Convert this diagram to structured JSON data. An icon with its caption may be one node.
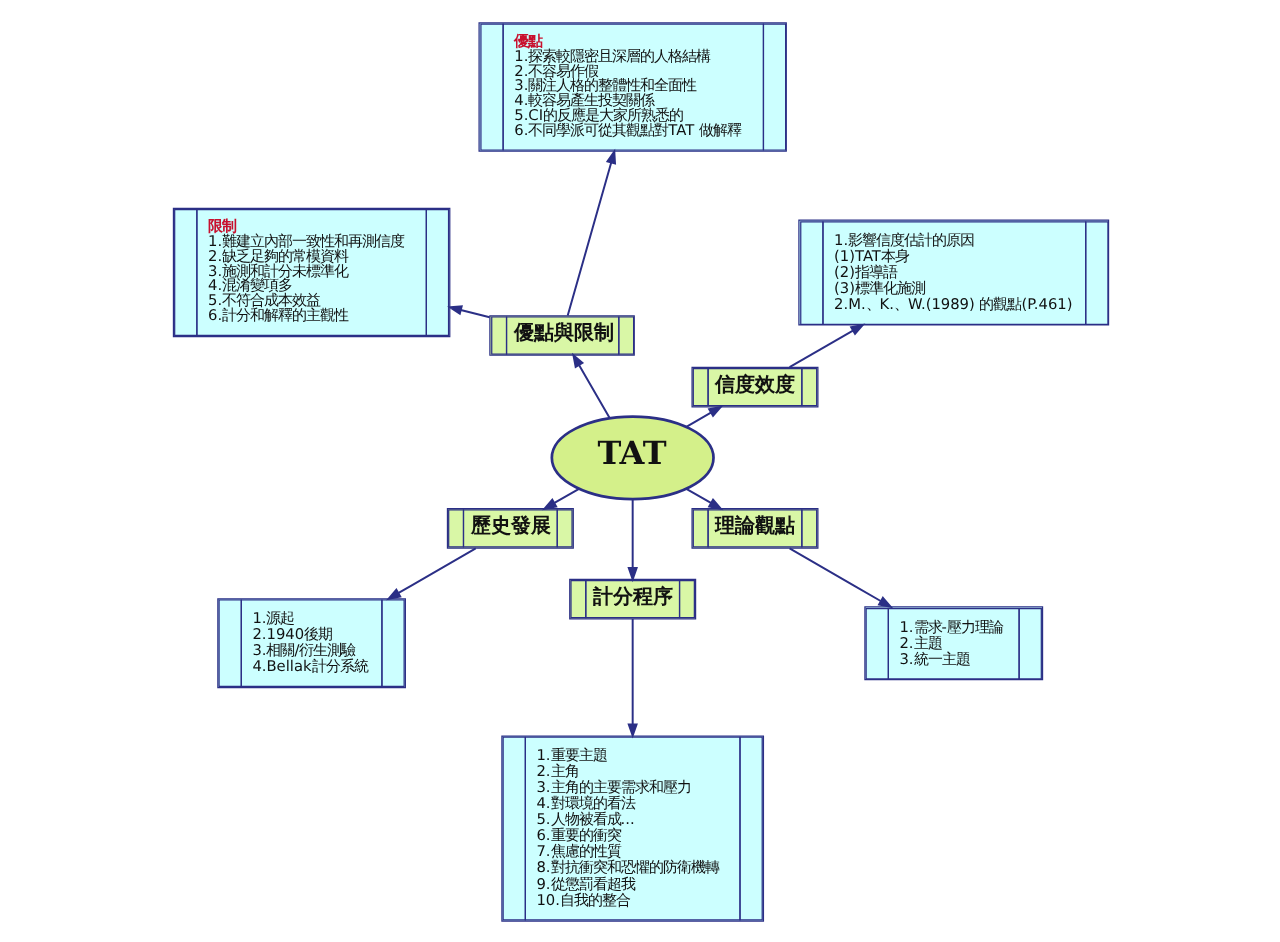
{
  "diagram": {
    "nodes": [
      {
        "text": [
          "TAT"
        ]
      },
      {
        "text": [
          "信度效度"
        ]
      },
      {
        "text": [
          "1.影響信度估計的原因",
          "(1)TAT本身",
          "(2)指導語",
          "(3)標準化施測",
          "2.M.、K.、W.(1989) 的觀點(P.461)"
        ]
      },
      {
        "text": [
          "優點與限制"
        ]
      },
      {
        "text": [
          "優點",
          "1.探索較隱密且深層的人格結構",
          "2.不容易作假",
          "3.關注人格的整體性和全面性",
          "4.較容易產生投契關係",
          "5.CI的反應是大家所熟悉的",
          "6.不同學派可從其觀點對TAT 做解釋"
        ]
      },
      {
        "text": [
          "限制",
          "1.難建立內部一致性和再測信度",
          "2.缺乏足夠的常模資料",
          "3.施測和計分未標準化",
          "4.混淆變項多",
          "5.不符合成本效益",
          "6.計分和解釋的主觀性"
        ]
      },
      {
        "text": [
          "歷史發展"
        ]
      },
      {
        "text": [
          "1.源起",
          "2.1940後期",
          "3.相關/衍生測驗",
          "4.Bellak計分系統"
        ]
      },
      {
        "text": [
          "計分程序"
        ]
      },
      {
        "text": [
          "1.重要主題",
          "2.主角",
          "3.主角的主要需求和壓力",
          "4.對環境的看法",
          "5.人物被看成...",
          "6.重要的衝突",
          "7.焦慮的性質",
          "8.對抗衝突和恐懼的防衛機轉",
          "9.從懲罰看超我",
          "10.自我的整合"
        ]
      },
      {
        "text": [
          "理論觀點"
        ]
      },
      {
        "text": [
          "1.需求-壓力理論",
          "2.主題",
          "3.統一主題"
        ]
      }
    ],
    "edges": [
      {
        "from": 0,
        "to": 1,
        "arrow": "to"
      },
      {
        "from": 1,
        "to": 2,
        "arrow": "to"
      },
      {
        "from": 0,
        "to": 3,
        "arrow": "to"
      },
      {
        "from": 3,
        "to": 4,
        "arrow": "to"
      },
      {
        "from": 3,
        "to": 5,
        "arrow": "to"
      },
      {
        "from": 0,
        "to": 10,
        "arrow": "to"
      },
      {
        "from": 10,
        "to": 11,
        "arrow": "to"
      },
      {
        "from": 0,
        "to": 8,
        "arrow": "to"
      },
      {
        "from": 8,
        "to": 9,
        "arrow": "to"
      },
      {
        "from": 0,
        "to": 6,
        "arrow": "to"
      },
      {
        "from": 6,
        "to": 7,
        "arrow": "to"
      }
    ]
  }
}
